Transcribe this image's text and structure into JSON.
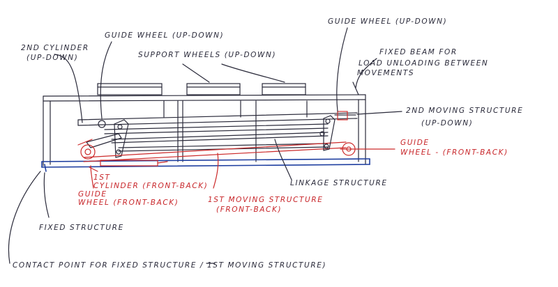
{
  "labels": {
    "second_cylinder_line1": "2ND CYLINDER",
    "second_cylinder_line2": "(UP-DOWN)",
    "guide_wheel_updown_left": "GUIDE WHEEL (UP-DOWN)",
    "guide_wheel_updown_right": "GUIDE WHEEL (UP-DOWN)",
    "support_wheels": "SUPPORT WHEELS (UP-DOWN)",
    "fixed_beam_line1": "FIXED BEAM FOR",
    "fixed_beam_line2": "LOAD UNLOADING BETWEEN",
    "fixed_beam_line3": "MOVEMENTS",
    "second_moving_line1": "2ND MOVING STRUCTURE",
    "second_moving_line2": "(UP-DOWN)",
    "guide_wheel_fb_right_line1": "GUIDE",
    "guide_wheel_fb_right_line2": "WHEEL - (FRONT-BACK)",
    "first_cylinder_line1": "1ST",
    "first_cylinder_line2": "CYLINDER (FRONT-BACK)",
    "guide_wheel_fb_left_line1": "GUIDE",
    "guide_wheel_fb_left_line2": "WHEEL (FRONT-BACK)",
    "linkage_structure": "LINKAGE STRUCTURE",
    "first_moving_line1": "1ST MOVING STRUCTURE",
    "first_moving_line2": "(FRONT-BACK)",
    "fixed_structure": "FIXED STRUCTURE",
    "contact_point": "CONTACT POINT FOR FIXED STRUCTURE / 1ST MOVING STRUCTURE)"
  },
  "colors": {
    "ink_dark": "#2a2a3a",
    "ink_blue": "#1f3fa0",
    "ink_red": "#c8262a"
  }
}
